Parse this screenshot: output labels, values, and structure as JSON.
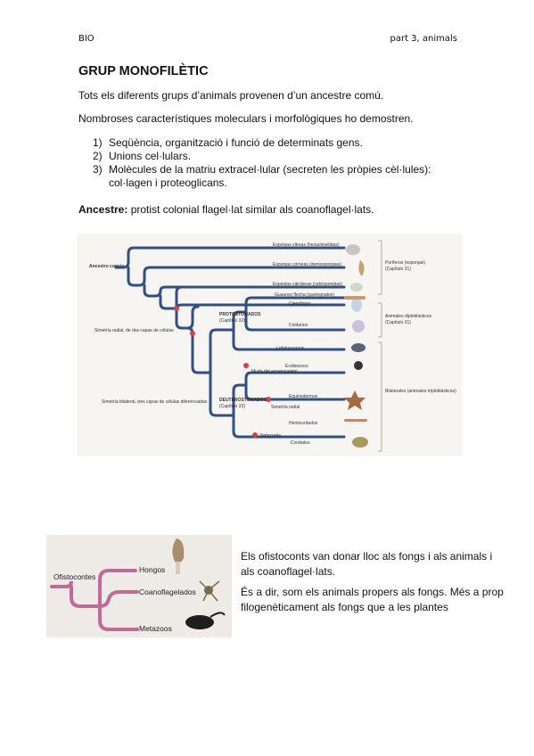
{
  "header": {
    "left": "BIO",
    "right": "part 3, animals"
  },
  "title": "GRUP MONOFILÈTIC",
  "intro1": "Tots els diferents grups d’animals provenen d’un ancestre comú.",
  "intro2": "Nombroses característiques moleculars i morfològiques ho demostren.",
  "list": [
    {
      "num": "1)",
      "text": "Seqüència, organització i funció de determinats gens."
    },
    {
      "num": "2)",
      "text": "Unions cel·lulars."
    },
    {
      "num": "3)",
      "text": "Molècules de la matriu extracel·lular (secreten les pròpies cèl·lules): col·lagen i proteoglicans."
    }
  ],
  "ancestre": {
    "label": "Ancestre:",
    "text": " protist colonial flagel·lat similar als coanoflagel·lats."
  },
  "tree": {
    "root": "Ancestro común",
    "taxa": [
      "Esponjas vítreas (hexactinellidas)",
      "Esponjas córneas (demospongias)",
      "Esponjas calcáreas (calcispongias)",
      "Ctenóforos",
      "Cnidarios",
      "Gusanos flecha (quetognatos)",
      "Lofotrocozoos",
      "Ecdisozoos",
      "Equinodermos",
      "Hemicordados",
      "Cordados"
    ],
    "nodes": {
      "radial": "Simetría radial, de dos capas de células",
      "bilateral": "Simetría bilateral, tres capas de células diferenciadas",
      "molt": "Muda del exoesqueleto",
      "sym_radial": "Simetría radial",
      "notocord": "Notocorda"
    },
    "groups": {
      "proto": "PROTOSTOMADOS",
      "proto_ch": "(Capítulo 32)",
      "deutero": "DEUTEROSTOMADOS",
      "deutero_ch": "(Capítulo 33)"
    },
    "brackets": {
      "b1": "Poríferos (esponjas)",
      "b1_ch": "(Capítulo 31)",
      "b2": "Animales diploblásticos",
      "b2_ch": "(Capítulo 31)",
      "b3": "Bilaterales (animales triploblásticos)"
    },
    "colors": {
      "branch": "#2f4f86",
      "node": "#e23c3c"
    }
  },
  "ofi": {
    "root": "Ofistocontes",
    "hongos": "Hongos",
    "coano": "Coanoflagelados",
    "meta": "Metazoos",
    "branch_color": "#c06a9a"
  },
  "side1": "Els ofistoconts van donar lloc als fongs i als animals i als coanoflagel·lats.",
  "side2": "És a dir, som els animals propers als fongs. Més a prop filogenèticament als fongs que a les plantes"
}
